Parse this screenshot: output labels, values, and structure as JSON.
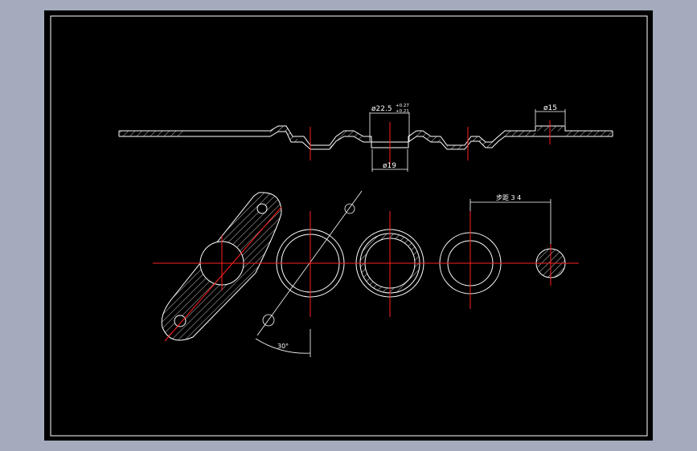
{
  "colors": {
    "background": "#a4abbd",
    "canvas": "#000000",
    "line": "#ffffff",
    "centerline": "#ff1f1f"
  },
  "dimensions": {
    "dia_22_5": "ø22.5",
    "tol_upper": "+0.27",
    "tol_lower": "+0.21",
    "dia_15": "ø15",
    "dia_19": "ø19",
    "pitch": "步距 3 4",
    "angle": "30°"
  }
}
